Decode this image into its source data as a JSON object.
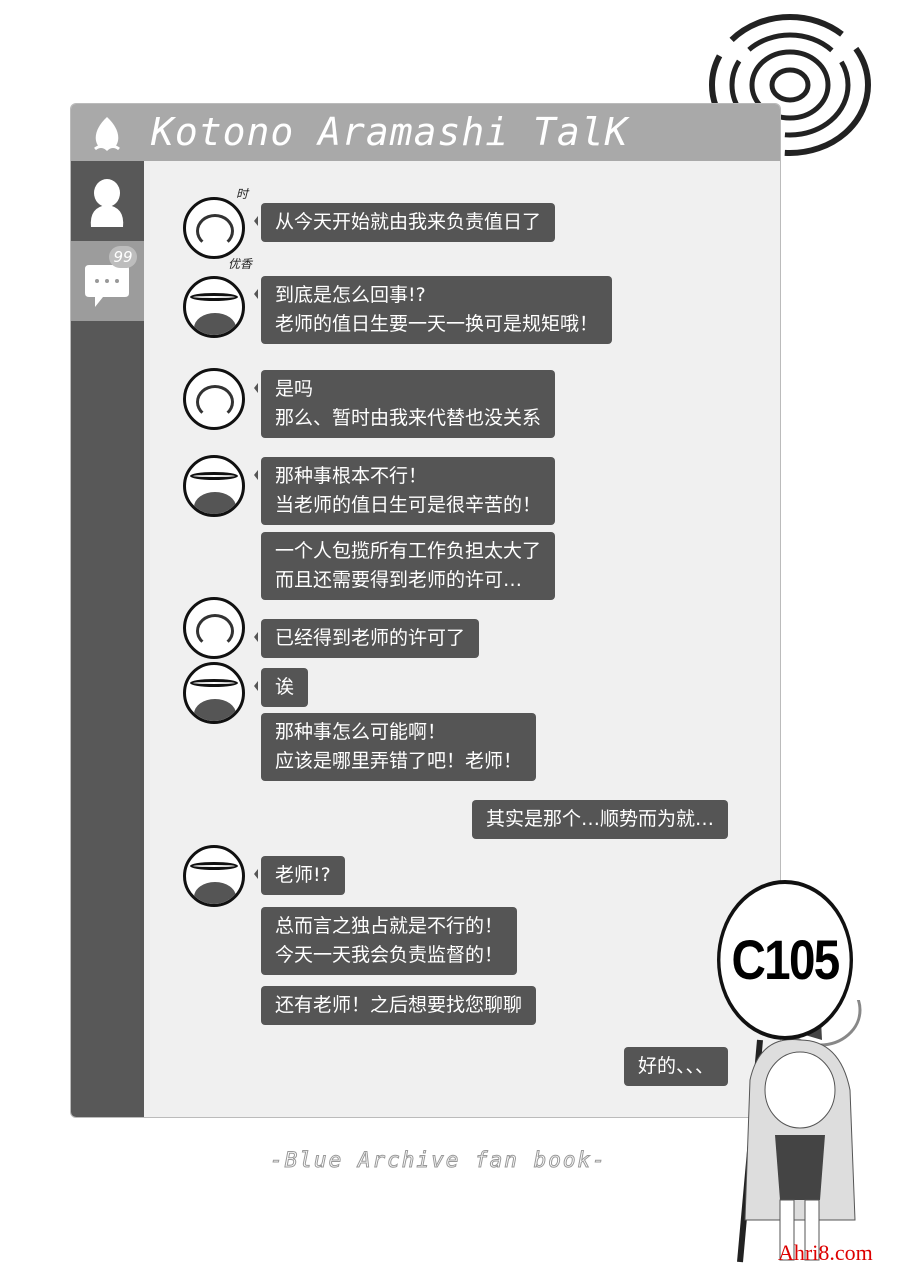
{
  "app": {
    "title": "Kotono Aramashi TalK",
    "unread_badge": "99"
  },
  "names": {
    "toki": "时",
    "yuuka": "优香"
  },
  "messages": [
    {
      "sender": "toki",
      "text": "从今天开始就由我来负责值日了"
    },
    {
      "sender": "yuuka",
      "text": "到底是怎么回事!?\n老师的值日生要一天一换可是规矩哦！"
    },
    {
      "sender": "toki",
      "text": "是吗\n那么、暂时由我来代替也没关系"
    },
    {
      "sender": "yuuka",
      "text": "那种事根本不行！\n当老师的值日生可是很辛苦的！"
    },
    {
      "sender": "yuuka",
      "text": "一个人包揽所有工作负担太大了\n而且还需要得到老师的许可…"
    },
    {
      "sender": "toki",
      "text": "已经得到老师的许可了"
    },
    {
      "sender": "yuuka",
      "text": "诶"
    },
    {
      "sender": "yuuka",
      "text": "那种事怎么可能啊！\n应该是哪里弄错了吧！老师！"
    },
    {
      "sender": "sensei",
      "text": "其实是那个…顺势而为就…"
    },
    {
      "sender": "yuuka",
      "text": "老师!?"
    },
    {
      "sender": "yuuka",
      "text": "总而言之独占就是不行的！\n今天一天我会负责监督的！"
    },
    {
      "sender": "yuuka",
      "text": "还有老师！之后想要找您聊聊"
    },
    {
      "sender": "sensei",
      "text": "好的、、、"
    }
  ],
  "sign": "C105",
  "footer": "-Blue Archive fan book-",
  "watermark": "Ahri8.com",
  "colors": {
    "header": "#a9a9a9",
    "sidebar": "#585858",
    "bubble": "#555555",
    "content": "#f0f0f0"
  }
}
